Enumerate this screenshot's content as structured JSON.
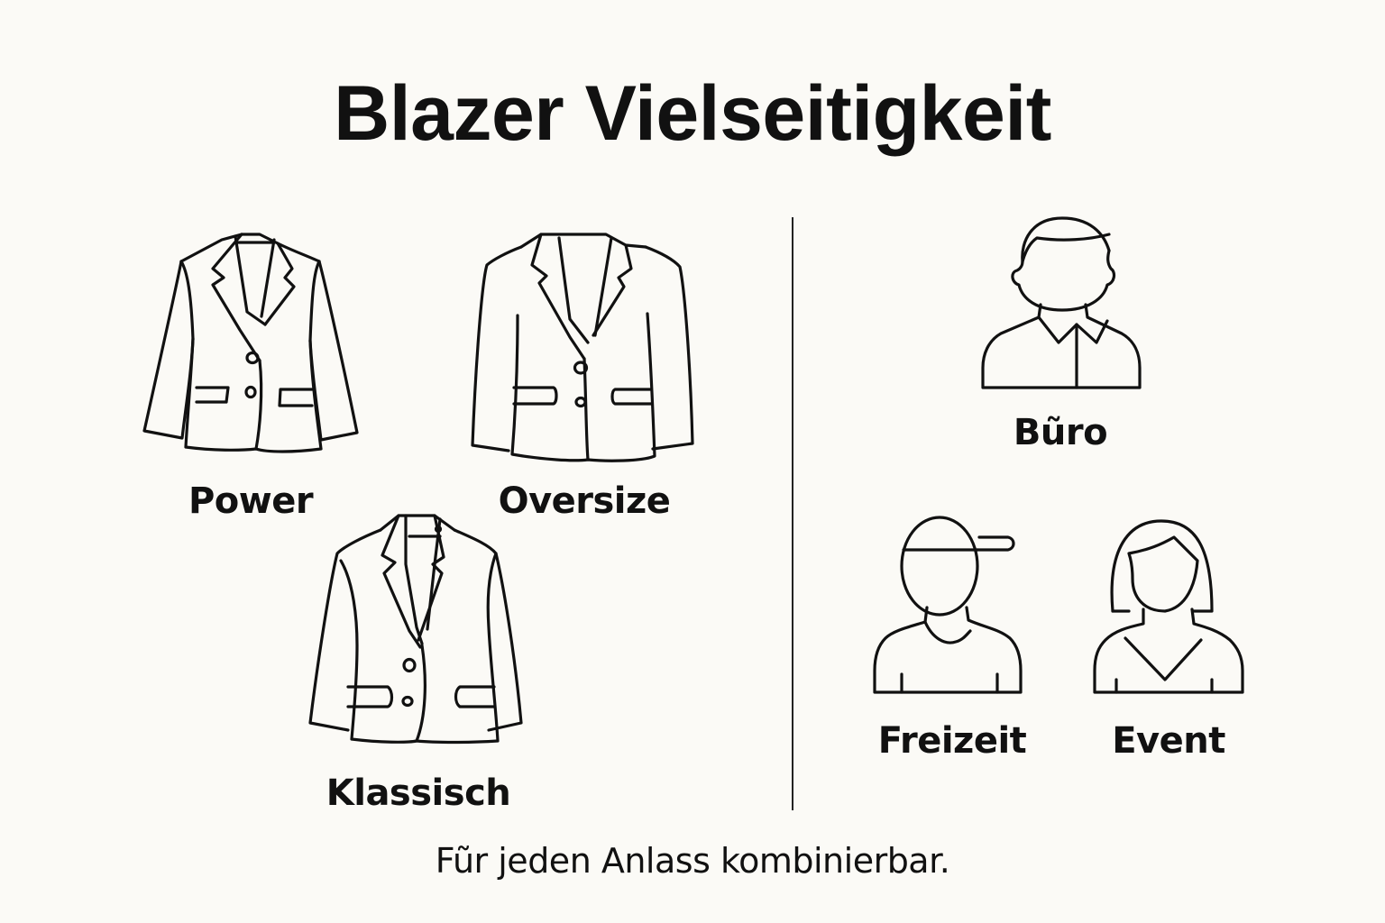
{
  "title": "Blazer Vielseitigkeit",
  "blazers": [
    {
      "label": "Power",
      "icon": "blazer-icon"
    },
    {
      "label": "Oversize",
      "icon": "oversize-blazer-icon"
    },
    {
      "label": "Klassisch",
      "icon": "classic-blazer-icon"
    }
  ],
  "occasions": [
    {
      "label": "Bũro",
      "icon": "office-person-icon"
    },
    {
      "label": "Freizeit",
      "icon": "casual-person-cap-icon"
    },
    {
      "label": "Event",
      "icon": "event-woman-icon"
    }
  ],
  "footer": "Fũr jeden Anlass kombinierbar.",
  "colors": {
    "background": "#fbfaf6",
    "ink": "#111111"
  }
}
